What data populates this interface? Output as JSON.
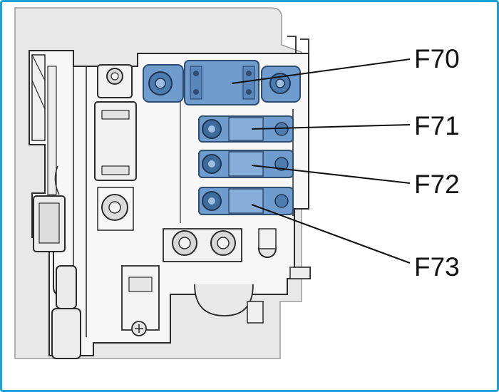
{
  "diagram": {
    "colors": {
      "frame_border": "#1ea0d6",
      "fuse_fill": "#6f9ccc",
      "fuse_dark": "#2e4d73",
      "line_art": "#2a2a2a",
      "background_panel": "#e6e6e6",
      "label_text": "#111111"
    },
    "fuses": [
      {
        "id": "F70",
        "label": "F70"
      },
      {
        "id": "F71",
        "label": "F71"
      },
      {
        "id": "F72",
        "label": "F72"
      },
      {
        "id": "F73",
        "label": "F73"
      }
    ]
  }
}
